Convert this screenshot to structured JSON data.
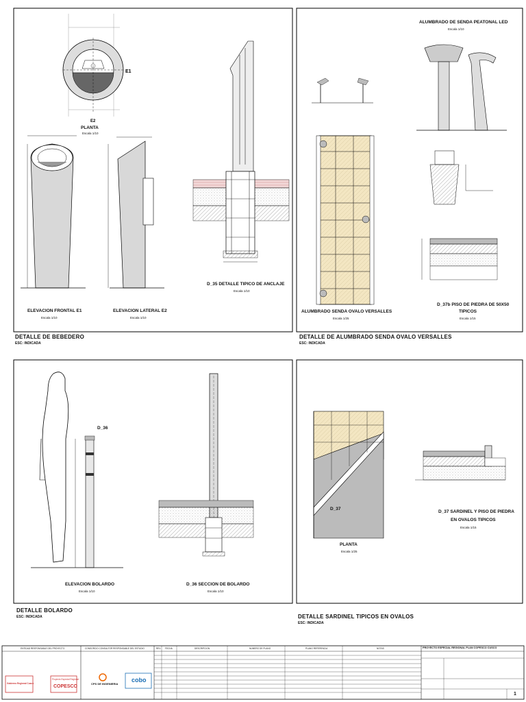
{
  "panels": {
    "bebedero": {
      "title": "DETALLE DE BEBEDERO",
      "scale": "ESC: INDICADA",
      "planta": {
        "label": "PLANTA",
        "scale": "Escala 1/10"
      },
      "frontal": {
        "label": "ELEVACION FRONTAL E1",
        "scale": "Escala 1/10"
      },
      "lateral": {
        "label": "ELEVACION LATERAL E2",
        "scale": "Escala 1/10"
      },
      "anclaje": {
        "label": "D_35 DETALLE TIPICO DE ANCLAJE",
        "scale": "Escala 1/10"
      }
    },
    "alumbrado": {
      "title": "DETALLE DE ALUMBRADO SENDA OVALO VERSALLES",
      "scale": "ESC: INDICADA",
      "top_label": "ALUMBRADO DE SENDA PEATONAL LED",
      "top_scale": "Escala 1/10",
      "plan_label": "ALUMBRADO SENDA OVALO VERSALLES",
      "plan_scale": "Escala 1/25",
      "piso": {
        "label": "D_37b PISO DE PIEDRA DE 50X50",
        "label2": "TIPICOS",
        "scale": "Escala 1/15"
      }
    },
    "bolardo": {
      "title": "DETALLE BOLARDO",
      "scale": "ESC: INDICADA",
      "elev": {
        "label": "ELEVACION BOLARDO",
        "scale": "Escala 1/10"
      },
      "seccion": {
        "label": "D_36 SECCION DE BOLARDO",
        "scale": "Escala 1/10"
      },
      "tag": "D_36"
    },
    "sardinel": {
      "title": "DETALLE SARDINEL TIPICOS EN OVALOS",
      "scale": "ESC: INDICADA",
      "planta": {
        "label": "PLANTA",
        "scale": "Escala 1/25"
      },
      "detail": {
        "label": "D_37 SARDINEL Y PISO DE PIEDRA",
        "label2": "EN OVALOS TIPICOS",
        "scale": "Escala 1/15"
      },
      "tag": "D_37"
    }
  },
  "titleblock": {
    "col1": "ENTIDAD RESPONSABLE DEL PROYECTO",
    "col2": "CONSORCIO CONSULTOR RESPONSABLE DEL ESTUDIO",
    "rev": "REV.",
    "fecha": "FECHA",
    "descripcion": "DESCRIPCION",
    "numero": "NUMERO DE PLANO",
    "referencia": "PLANO REFERENCIA",
    "notas": "NOTAS",
    "project": "PROYECTO ESPECIAL REGIONAL PLAN COPESCO CUSCO",
    "logo1": "Gobierno Regional Cusco",
    "logo2": "Proyecto Especial Regional",
    "logo2b": "COPESCO",
    "logo3": "CPS DE INGENIERIA",
    "logo4": "cobo",
    "sheet": "1"
  }
}
